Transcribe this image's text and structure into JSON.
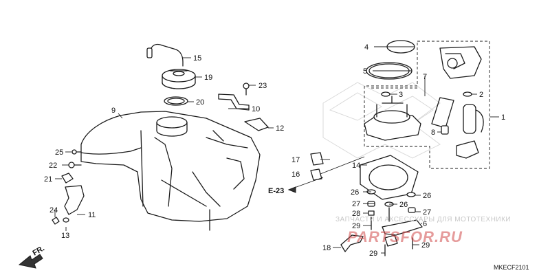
{
  "callouts": [
    {
      "id": "c1",
      "label": "1"
    },
    {
      "id": "c2",
      "label": "2"
    },
    {
      "id": "c3",
      "label": "3"
    },
    {
      "id": "c4",
      "label": "4"
    },
    {
      "id": "c5",
      "label": "5"
    },
    {
      "id": "c6",
      "label": "6"
    },
    {
      "id": "c7",
      "label": "7"
    },
    {
      "id": "c8",
      "label": "8"
    },
    {
      "id": "c9",
      "label": "9"
    },
    {
      "id": "c10",
      "label": "10"
    },
    {
      "id": "c11",
      "label": "11"
    },
    {
      "id": "c12",
      "label": "12"
    },
    {
      "id": "c13",
      "label": "13"
    },
    {
      "id": "c14",
      "label": "14"
    },
    {
      "id": "c15",
      "label": "15"
    },
    {
      "id": "c16",
      "label": "16"
    },
    {
      "id": "c17",
      "label": "17"
    },
    {
      "id": "c18",
      "label": "18"
    },
    {
      "id": "c19",
      "label": "19"
    },
    {
      "id": "c20",
      "label": "20"
    },
    {
      "id": "c21",
      "label": "21"
    },
    {
      "id": "c22",
      "label": "22"
    },
    {
      "id": "c23",
      "label": "23"
    },
    {
      "id": "c24",
      "label": "24"
    },
    {
      "id": "c25",
      "label": "25"
    },
    {
      "id": "c26a",
      "label": "26"
    },
    {
      "id": "c26b",
      "label": "26"
    },
    {
      "id": "c26c",
      "label": "26"
    },
    {
      "id": "c27a",
      "label": "27"
    },
    {
      "id": "c27b",
      "label": "27"
    },
    {
      "id": "c28",
      "label": "28"
    },
    {
      "id": "c29a",
      "label": "29"
    },
    {
      "id": "c29b",
      "label": "29"
    },
    {
      "id": "c29c",
      "label": "29"
    }
  ],
  "reference": "E-23",
  "direction": "FR.",
  "diagram_code": "MKECF2101",
  "watermark": {
    "text": "ЗАПЧАСТИ И АКСЕССУАРЫ ДЛЯ МОТОТЕХНИКИ",
    "logo": "PARTSFOR.RU"
  }
}
